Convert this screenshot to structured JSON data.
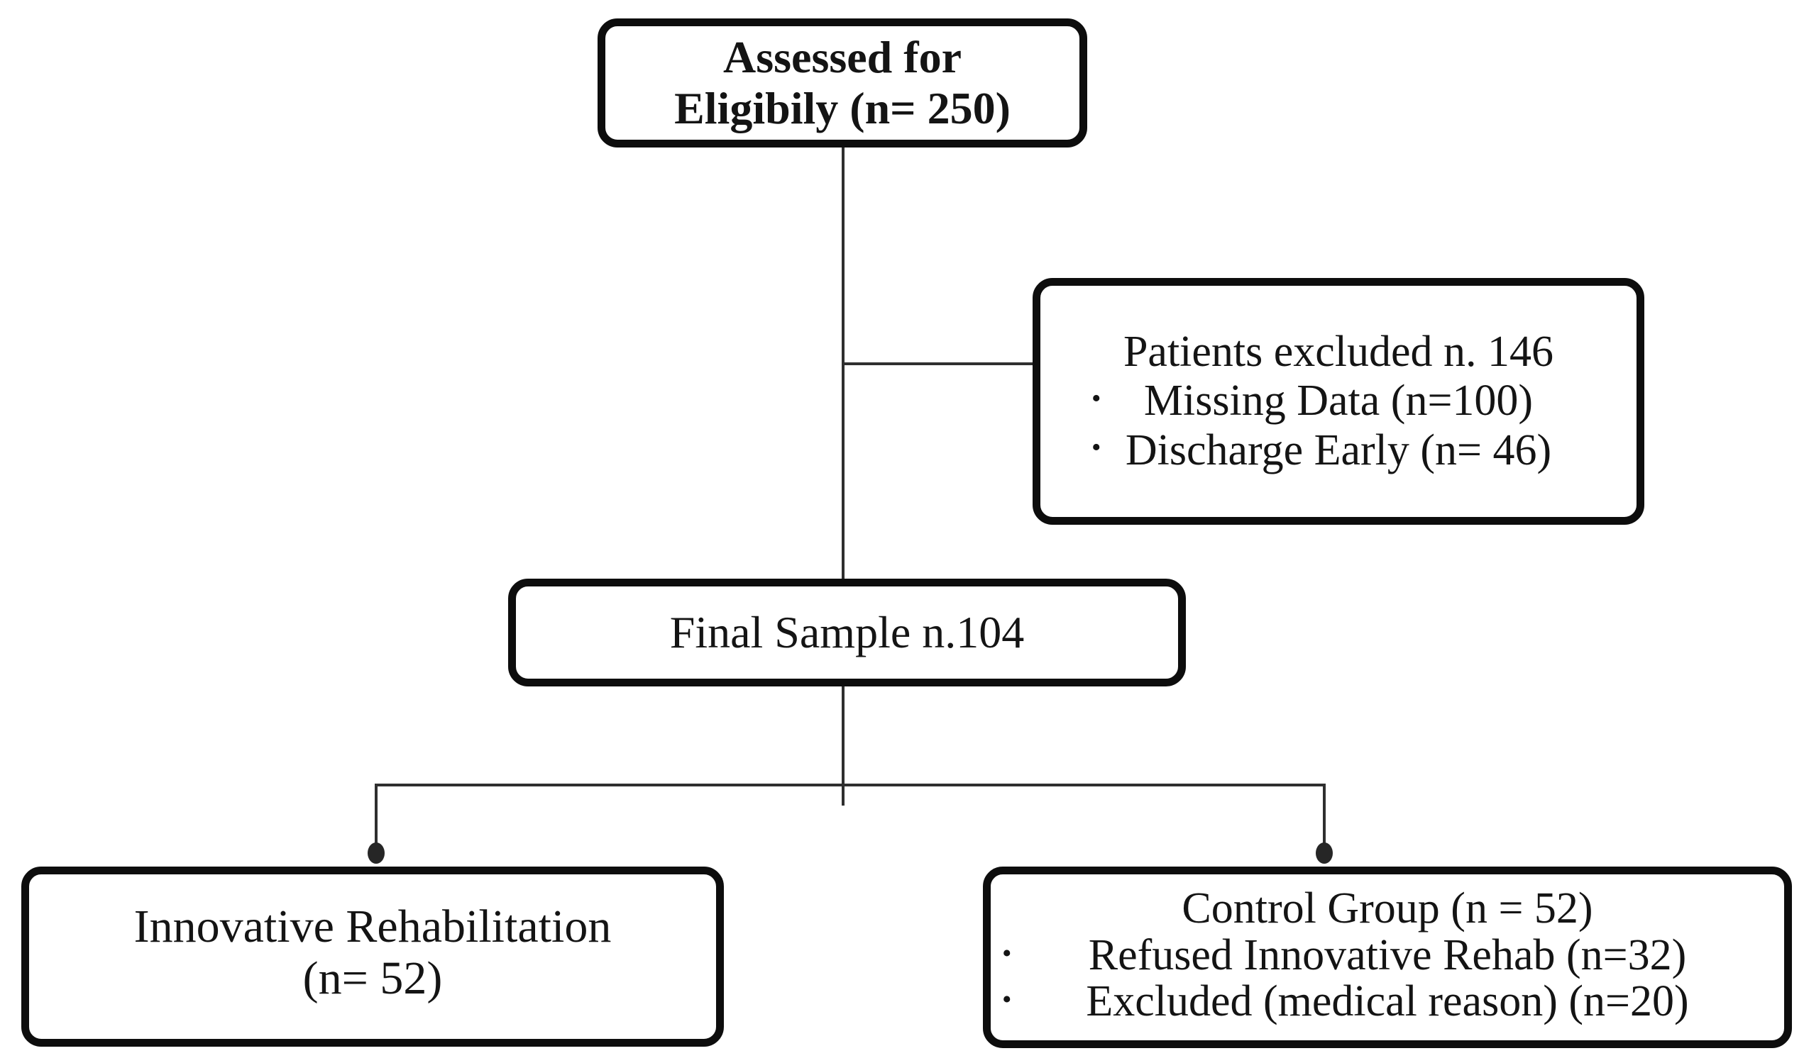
{
  "figure": {
    "background_color": "#ffffff",
    "line_color": "#2f2f2f",
    "box_border_color": "#0d0d0d",
    "text_color": "#141414",
    "bullet_char": "•",
    "nodes": {
      "assessed": {
        "line1": "Assessed for",
        "line2": "Eligibily (n= 250)"
      },
      "excluded": {
        "title": "Patients excluded n. 146",
        "bullets": [
          "Missing Data (n=100)",
          "Discharge Early (n= 46)"
        ]
      },
      "final_sample": {
        "label": "Final Sample n.104"
      },
      "innovative": {
        "line1": "Innovative Rehabilitation",
        "line2": "(n= 52)"
      },
      "control": {
        "title": "Control Group (n = 52)",
        "bullets": [
          "Refused Innovative Rehab (n=32)",
          "Excluded (medical reason) (n=20)"
        ]
      }
    }
  }
}
